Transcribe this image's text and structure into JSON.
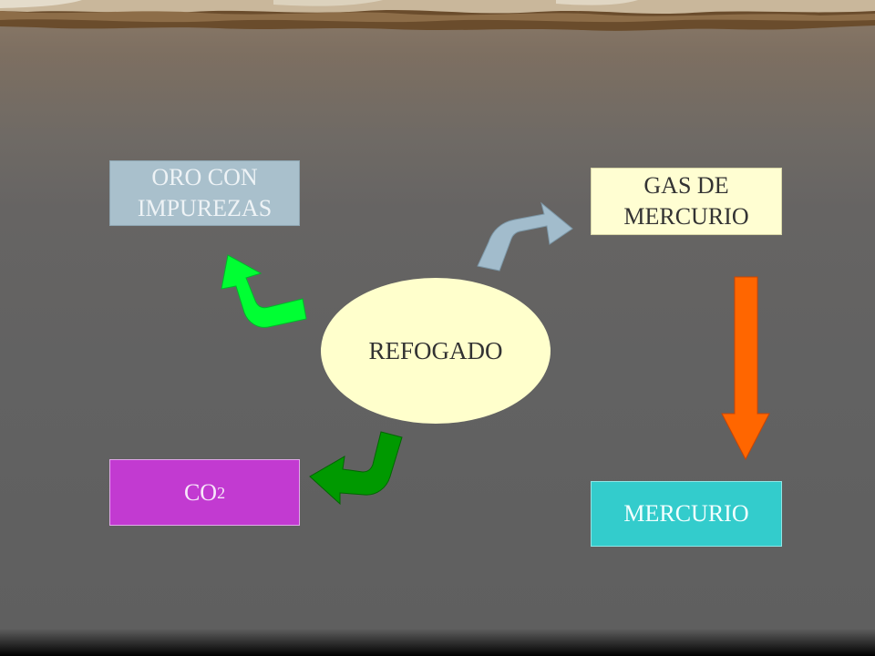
{
  "diagram": {
    "center": {
      "label": "REFOGADO"
    },
    "nodes": {
      "oro": {
        "line1": "ORO CON",
        "line2": "IMPUREZAS"
      },
      "gas": {
        "line1": "GAS DE",
        "line2": "MERCURIO"
      },
      "co2": {
        "main": "CO",
        "sub": "2"
      },
      "mercurio": {
        "label": "MERCURIO"
      }
    },
    "arrow_colors": {
      "to_oro": "#00ff33",
      "to_gas": "#a2bccc",
      "to_co2": "#009900",
      "gas_to_mercurio": "#ff6600"
    }
  }
}
